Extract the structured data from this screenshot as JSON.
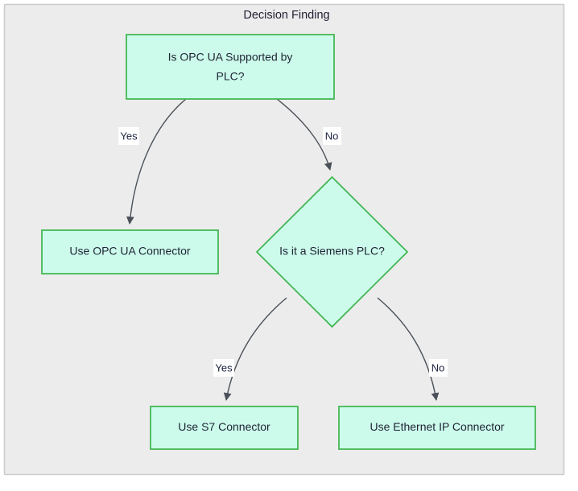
{
  "diagram": {
    "title": "Decision Finding",
    "colors": {
      "cluster_fill": "#ececec",
      "cluster_stroke": "#cccccc",
      "node_fill": "#ccfbec",
      "node_stroke": "#3cb44b",
      "edge_stroke": "#4a5058",
      "text": "#1f2433",
      "label_background": "#ffffff"
    },
    "nodes": [
      {
        "id": "q-opcua",
        "shape": "rect",
        "lines": [
          "Is OPC UA Supported by",
          "PLC?"
        ],
        "line1": "Is OPC UA Supported by",
        "line2": "PLC?"
      },
      {
        "id": "use-opcua",
        "shape": "rect",
        "label": "Use OPC UA Connector"
      },
      {
        "id": "q-siemens",
        "shape": "diamond",
        "label": "Is it a Siemens PLC?"
      },
      {
        "id": "use-s7",
        "shape": "rect",
        "label": "Use S7 Connector"
      },
      {
        "id": "use-ethernetip",
        "shape": "rect",
        "label": "Use Ethernet IP Connector"
      }
    ],
    "edges": [
      {
        "id": "e1",
        "from": "q-opcua",
        "to": "use-opcua",
        "label": "Yes"
      },
      {
        "id": "e2",
        "from": "q-opcua",
        "to": "q-siemens",
        "label": "No"
      },
      {
        "id": "e3",
        "from": "q-siemens",
        "to": "use-s7",
        "label": "Yes"
      },
      {
        "id": "e4",
        "from": "q-siemens",
        "to": "use-ethernetip",
        "label": "No"
      }
    ]
  }
}
